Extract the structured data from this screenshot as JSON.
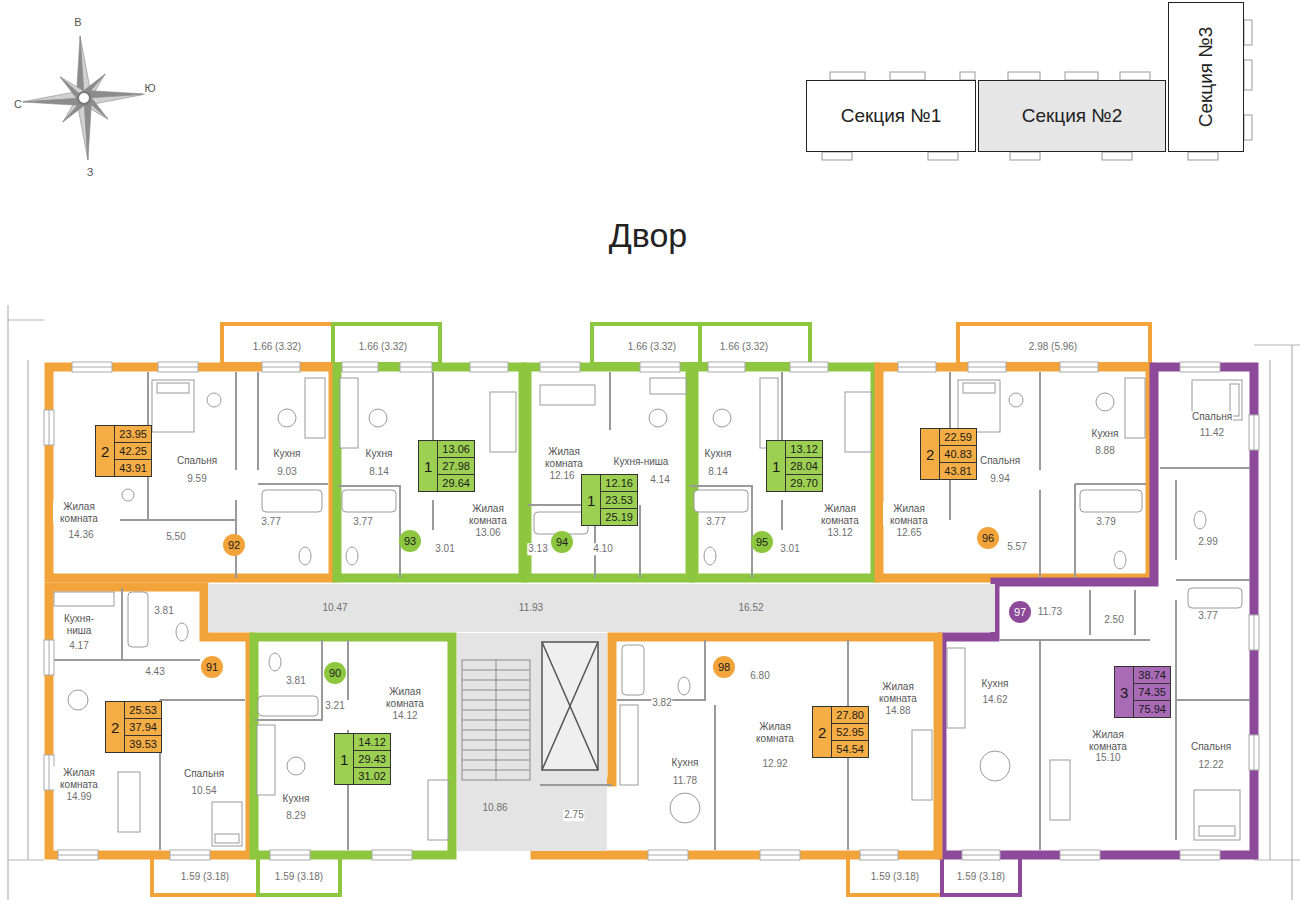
{
  "diagram": {
    "nodes": [
      {
        "text": [
          "Секция №1"
        ]
      },
      {
        "text": [
          "Секция №2"
        ]
      },
      {
        "text": [
          "Секция №3"
        ]
      },
      {
        "text": [
          "2",
          "23.95",
          "42.25",
          "43.91"
        ]
      },
      {
        "text": [
          "1",
          "13.06",
          "27.98",
          "29.64"
        ]
      },
      {
        "text": [
          "1",
          "12.16",
          "23.53",
          "25.19"
        ]
      },
      {
        "text": [
          "1",
          "13.12",
          "28.04",
          "29.70"
        ]
      },
      {
        "text": [
          "2",
          "22.59",
          "40.83",
          "43.81"
        ]
      },
      {
        "text": [
          "2",
          "25.53",
          "37.94",
          "39.53"
        ]
      },
      {
        "text": [
          "1",
          "14.12",
          "29.43",
          "31.02"
        ]
      },
      {
        "text": [
          "2",
          "27.80",
          "52.95",
          "54.54"
        ]
      },
      {
        "text": [
          "3",
          "38.74",
          "74.35",
          "75.94"
        ]
      },
      {
        "text": [
          "92"
        ]
      },
      {
        "text": [
          "93"
        ]
      },
      {
        "text": [
          "94"
        ]
      },
      {
        "text": [
          "95"
        ]
      },
      {
        "text": [
          "96"
        ]
      },
      {
        "text": [
          "97"
        ]
      },
      {
        "text": [
          "91"
        ]
      },
      {
        "text": [
          "90"
        ]
      },
      {
        "text": [
          "98"
        ]
      }
    ],
    "labels": [
      "В",
      "С",
      "Ю",
      "З",
      "Двор",
      "1.66 (3.32)",
      "1.66 (3.32)",
      "1.66 (3.32)",
      "1.66 (3.32)",
      "2.98 (5.96)",
      "Спальня",
      "9.59",
      "Кухня",
      "9.03",
      "Жилая комната",
      "14.36",
      "3.77",
      "5.50",
      "Кухня",
      "8.14",
      "3.77",
      "3.01",
      "Жилая комната",
      "13.06",
      "Жилая комната",
      "12.16",
      "Кухня-ниша",
      "4.14",
      "3.13",
      "4.10",
      "Кухня",
      "8.14",
      "3.77",
      "3.01",
      "Жилая комната",
      "13.12",
      "Спальня",
      "9.94",
      "Кухня",
      "8.88",
      "Жилая комната",
      "12.65",
      "5.57",
      "3.79",
      "Спальня",
      "11.42",
      "2.99",
      "3.77",
      "11.73",
      "2.50",
      "Кухня",
      "14.62",
      "Жилая комната",
      "15.10",
      "Спальня",
      "12.22",
      "1.59 (3.18)",
      "10.47",
      "11.93",
      "16.52",
      "10.86",
      "Кухня-ниша",
      "4.17",
      "3.81",
      "4.43",
      "Жилая комната",
      "14.99",
      "Спальня",
      "10.54",
      "1.59 (3.18)",
      "3.81",
      "3.21",
      "Жилая комната",
      "14.12",
      "Кухня",
      "8.29",
      "1.59 (3.18)",
      "3.82",
      "6.80",
      "Кухня",
      "11.78",
      "Жилая комната",
      "12.92",
      "Жилая комната",
      "14.88",
      "2.75",
      "1.59 (3.18)"
    ]
  }
}
